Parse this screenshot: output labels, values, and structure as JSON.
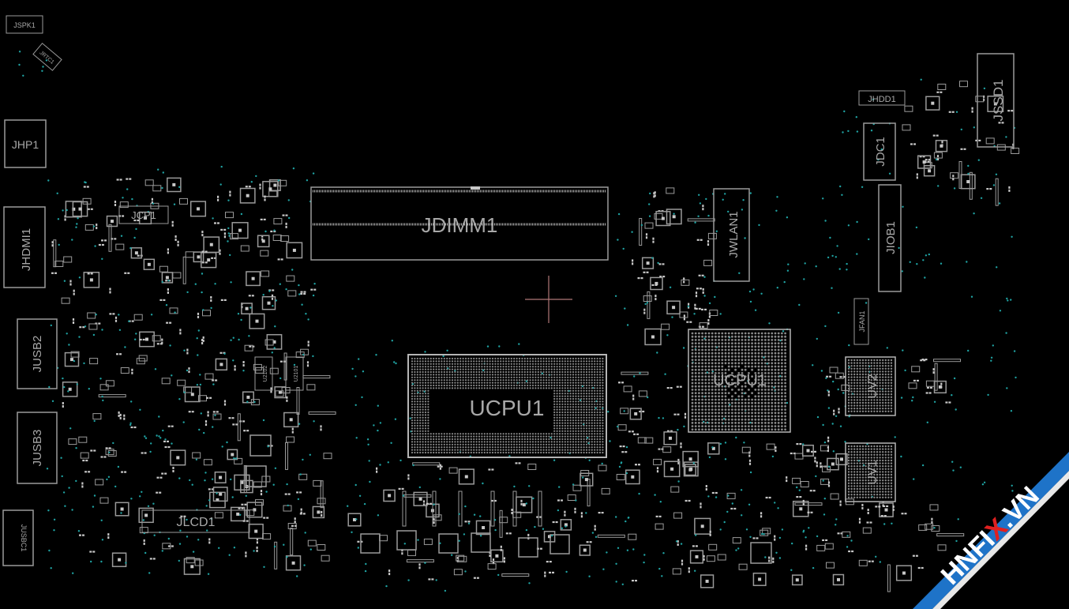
{
  "colors": {
    "background": "#000000",
    "outline": "#9a9a9a",
    "label": "#a8a8a8",
    "via": "#1fa3a3",
    "cursor": "#b07878",
    "watermark_blue": "#1e73c8",
    "watermark_red": "#e02020"
  },
  "components": {
    "jspk1": "JSPK1",
    "jrtc1": "JRTC1",
    "jhp1": "JHP1",
    "jhdmi1": "JHDMI1",
    "jusb2": "JUSB2",
    "jusb3": "JUSB3",
    "jusbc1": "JUSBC1",
    "jcp1": "JCP1",
    "jlcd1": "JLCD1",
    "jdimm1": "JDIMM1",
    "jwlan1": "JWLAN1",
    "jhdd1": "JHDD1",
    "jssd1": "JSSD1",
    "jdc1": "JDC1",
    "jiob1": "JIOB1",
    "jfan1": "JFAN1",
    "ucpu1_main": "UCPU1",
    "ucpu1_alt": "UCPU1",
    "uv2": "UV2",
    "uv1": "UV1",
    "u2102": "U2102",
    "u2101": "U2101"
  },
  "watermark": {
    "brand_part1": "HNFI",
    "brand_x": "X",
    "brand_part2": ".VN"
  }
}
